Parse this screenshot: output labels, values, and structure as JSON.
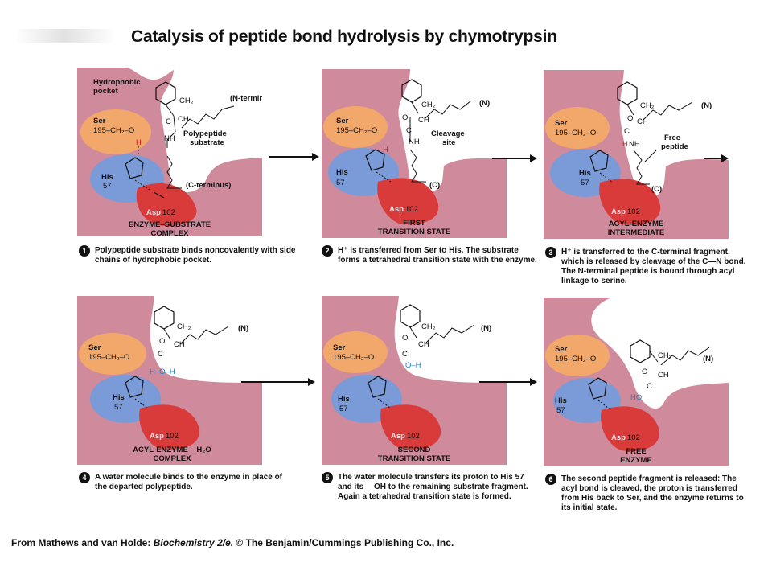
{
  "title": "Catalysis of peptide bond hydrolysis by chymotrypsin",
  "labels": {
    "hydrophobic": "Hydrophobic",
    "pocket": "pocket",
    "ser": "Ser",
    "ser_group": "195–CH₂–O",
    "his": "His",
    "his_num": "57",
    "asp": "Asp",
    "asp_num": "102",
    "n_terminus": "(N-terminus)",
    "c_terminus": "(C-terminus)",
    "n_short": "(N)",
    "c_short": "(C)",
    "ch2": "CH₂",
    "ch": "CH",
    "nh": "NH",
    "hnh": "H",
    "nh_after": "NH",
    "polypeptide": "Polypeptide",
    "substrate": "substrate",
    "cleavage": "Cleavage",
    "site": "site",
    "free": "Free",
    "peptide": "peptide",
    "h_red": "H",
    "h_o_h": "H–O–H",
    "o_h": "O–H",
    "ho": "HO",
    "o": "O",
    "c": "C"
  },
  "stages": [
    {
      "num": "1",
      "name_line1": "ENZYME–SUBSTRATE",
      "name_line2": "COMPLEX",
      "caption": "Polypeptide substrate binds noncovalently with side chains of hydrophobic pocket."
    },
    {
      "num": "2",
      "name_line1": "FIRST",
      "name_line2": "TRANSITION STATE",
      "caption": "H⁺ is transferred from Ser to His. The substrate forms a tetrahedral transition state with the enzyme."
    },
    {
      "num": "3",
      "name_line1": "ACYL-ENZYME",
      "name_line2": "INTERMEDIATE",
      "caption": "H⁺ is transferred to the C-terminal fragment, which is released by cleavage of the C—N bond. The N-terminal peptide is bound through acyl linkage to serine."
    },
    {
      "num": "4",
      "name_line1": "ACYL-ENZYME – H₂O",
      "name_line2": "COMPLEX",
      "caption": "A water molecule binds to the enzyme in place of the departed polypeptide."
    },
    {
      "num": "5",
      "name_line1": "SECOND",
      "name_line2": "TRANSITION STATE",
      "caption": "The water molecule transfers its proton to His 57 and its —OH to the remaining substrate fragment. Again a tetrahedral transition state is formed."
    },
    {
      "num": "6",
      "name_line1": "FREE",
      "name_line2": "ENZYME",
      "caption": "The second peptide fragment is released: The acyl bond is cleaved, the proton is transferred from His back to Ser, and the enzyme returns to its initial state."
    }
  ],
  "footer": {
    "prefix": "From Mathews and van Holde: ",
    "book": "Biochemistry 2/e.",
    "suffix": " © The Benjamin/Cummings Publishing Co., Inc."
  },
  "colors": {
    "enzyme": "#cf8a9b",
    "pocket": "#ffffff",
    "ser": "#f2a86a",
    "his": "#7b9bd8",
    "asp": "#d93a3a",
    "proton": "#d01818",
    "water": "#1e7fc8"
  }
}
